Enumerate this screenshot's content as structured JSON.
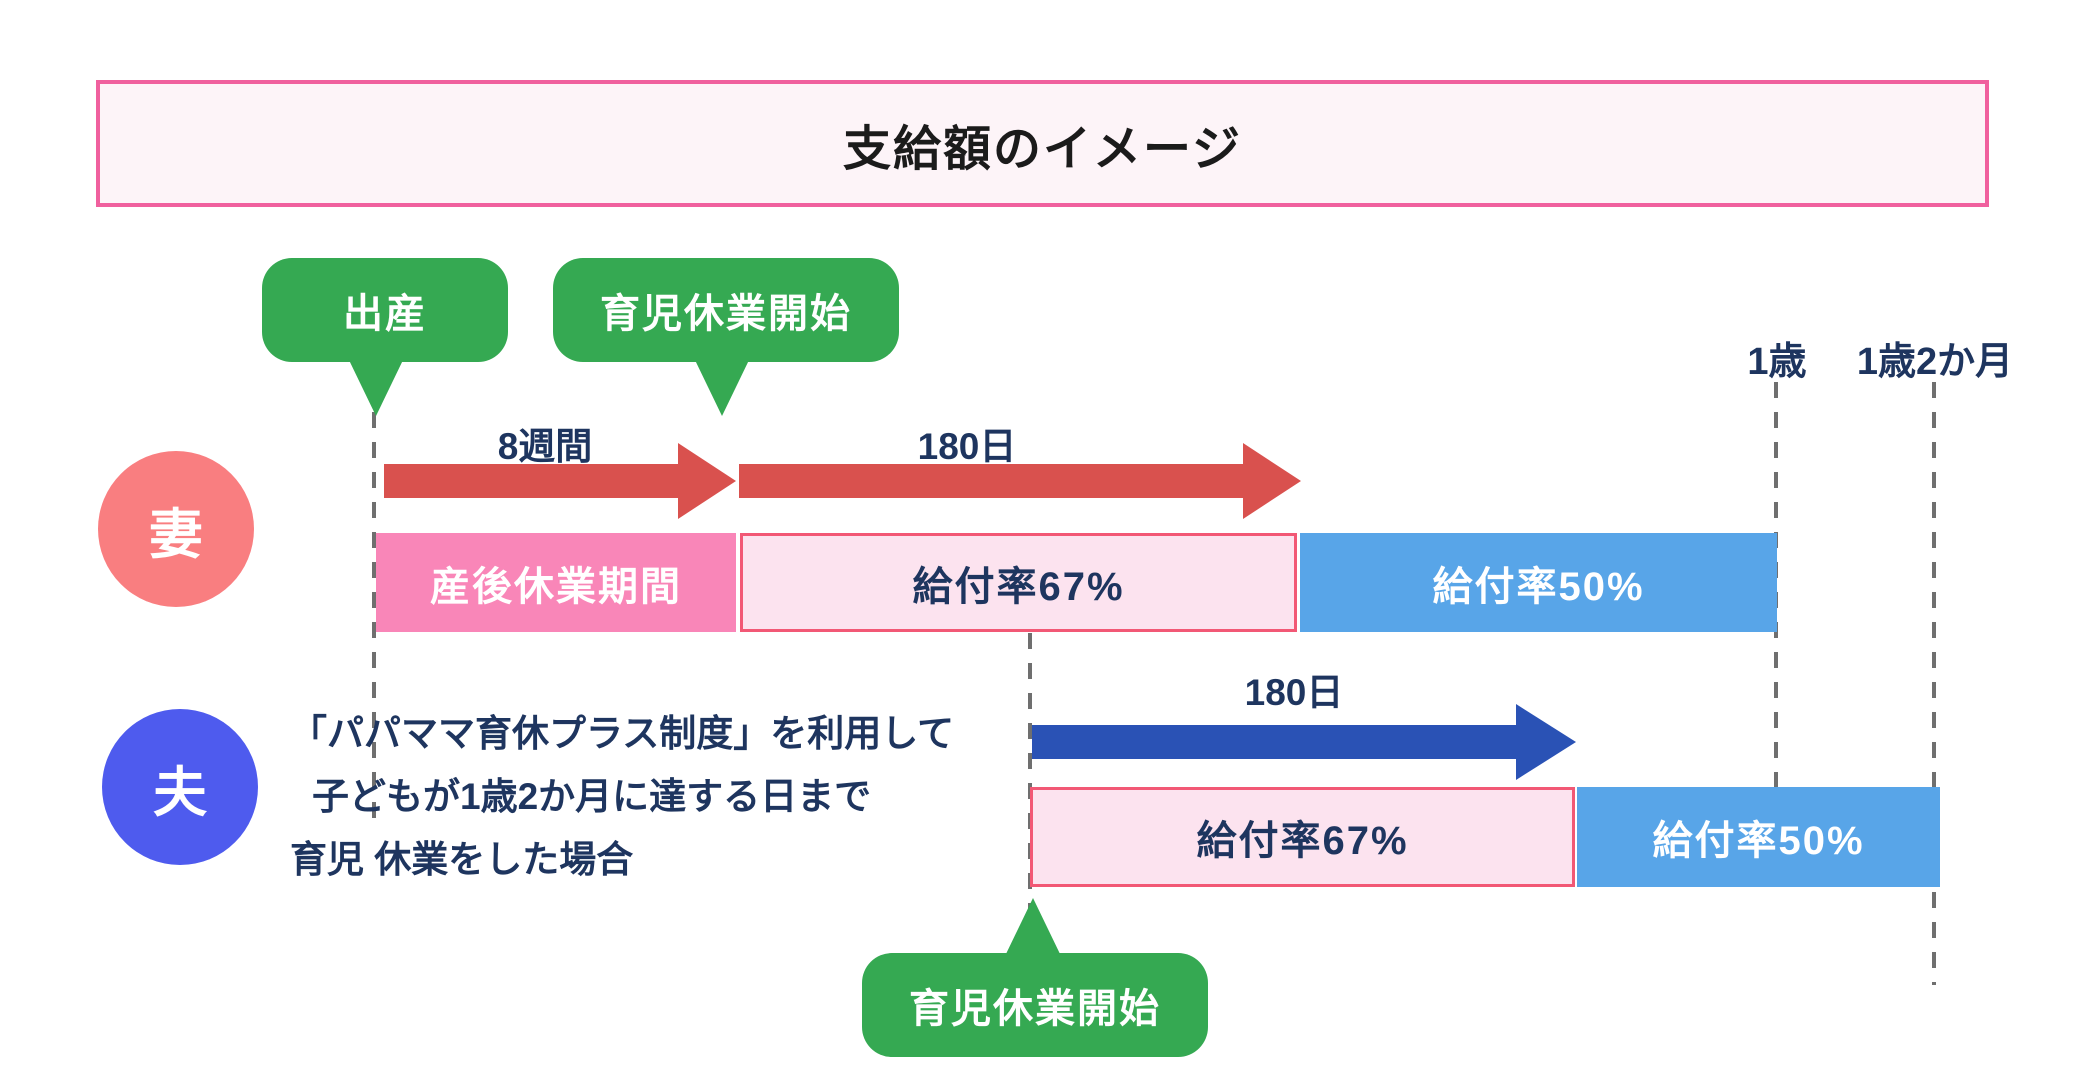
{
  "title": "支給額のイメージ",
  "colors": {
    "green": "#35A952",
    "red": "#D9514E",
    "navy": "#1E355F",
    "pink_bar": "#F986B8",
    "light_pink": "#FCE3EF",
    "light_pink_border": "#F25875",
    "blue_bar": "#58A5E8",
    "blue_arrow": "#2A52B5",
    "wife_circle": "#F97E80",
    "husband_circle": "#4E5BEE",
    "title_border": "#F0609E",
    "title_bg": "#FDF4F8",
    "dash": "#6F6F6F"
  },
  "events": {
    "birth": "出産",
    "wife_leave_start": "育児休業開始",
    "husband_leave_start": "育児休業開始"
  },
  "axis": {
    "age_1": "1歳",
    "age_1y2m": "1歳2か月"
  },
  "wife": {
    "label": "妻",
    "arrow1_label": "8週間",
    "arrow2_label": "180日",
    "bars": [
      {
        "label": "産後休業期間"
      },
      {
        "label": "給付率67%"
      },
      {
        "label": "給付率50%"
      }
    ]
  },
  "husband": {
    "label": "夫",
    "arrow_label": "180日",
    "description": [
      "「パパママ育休プラス制度」を利用して",
      "子どもが1歳2か月に達する日まで",
      "育児 休業をした場合"
    ],
    "bars": [
      {
        "label": "給付率67%"
      },
      {
        "label": "給付率50%"
      }
    ]
  }
}
